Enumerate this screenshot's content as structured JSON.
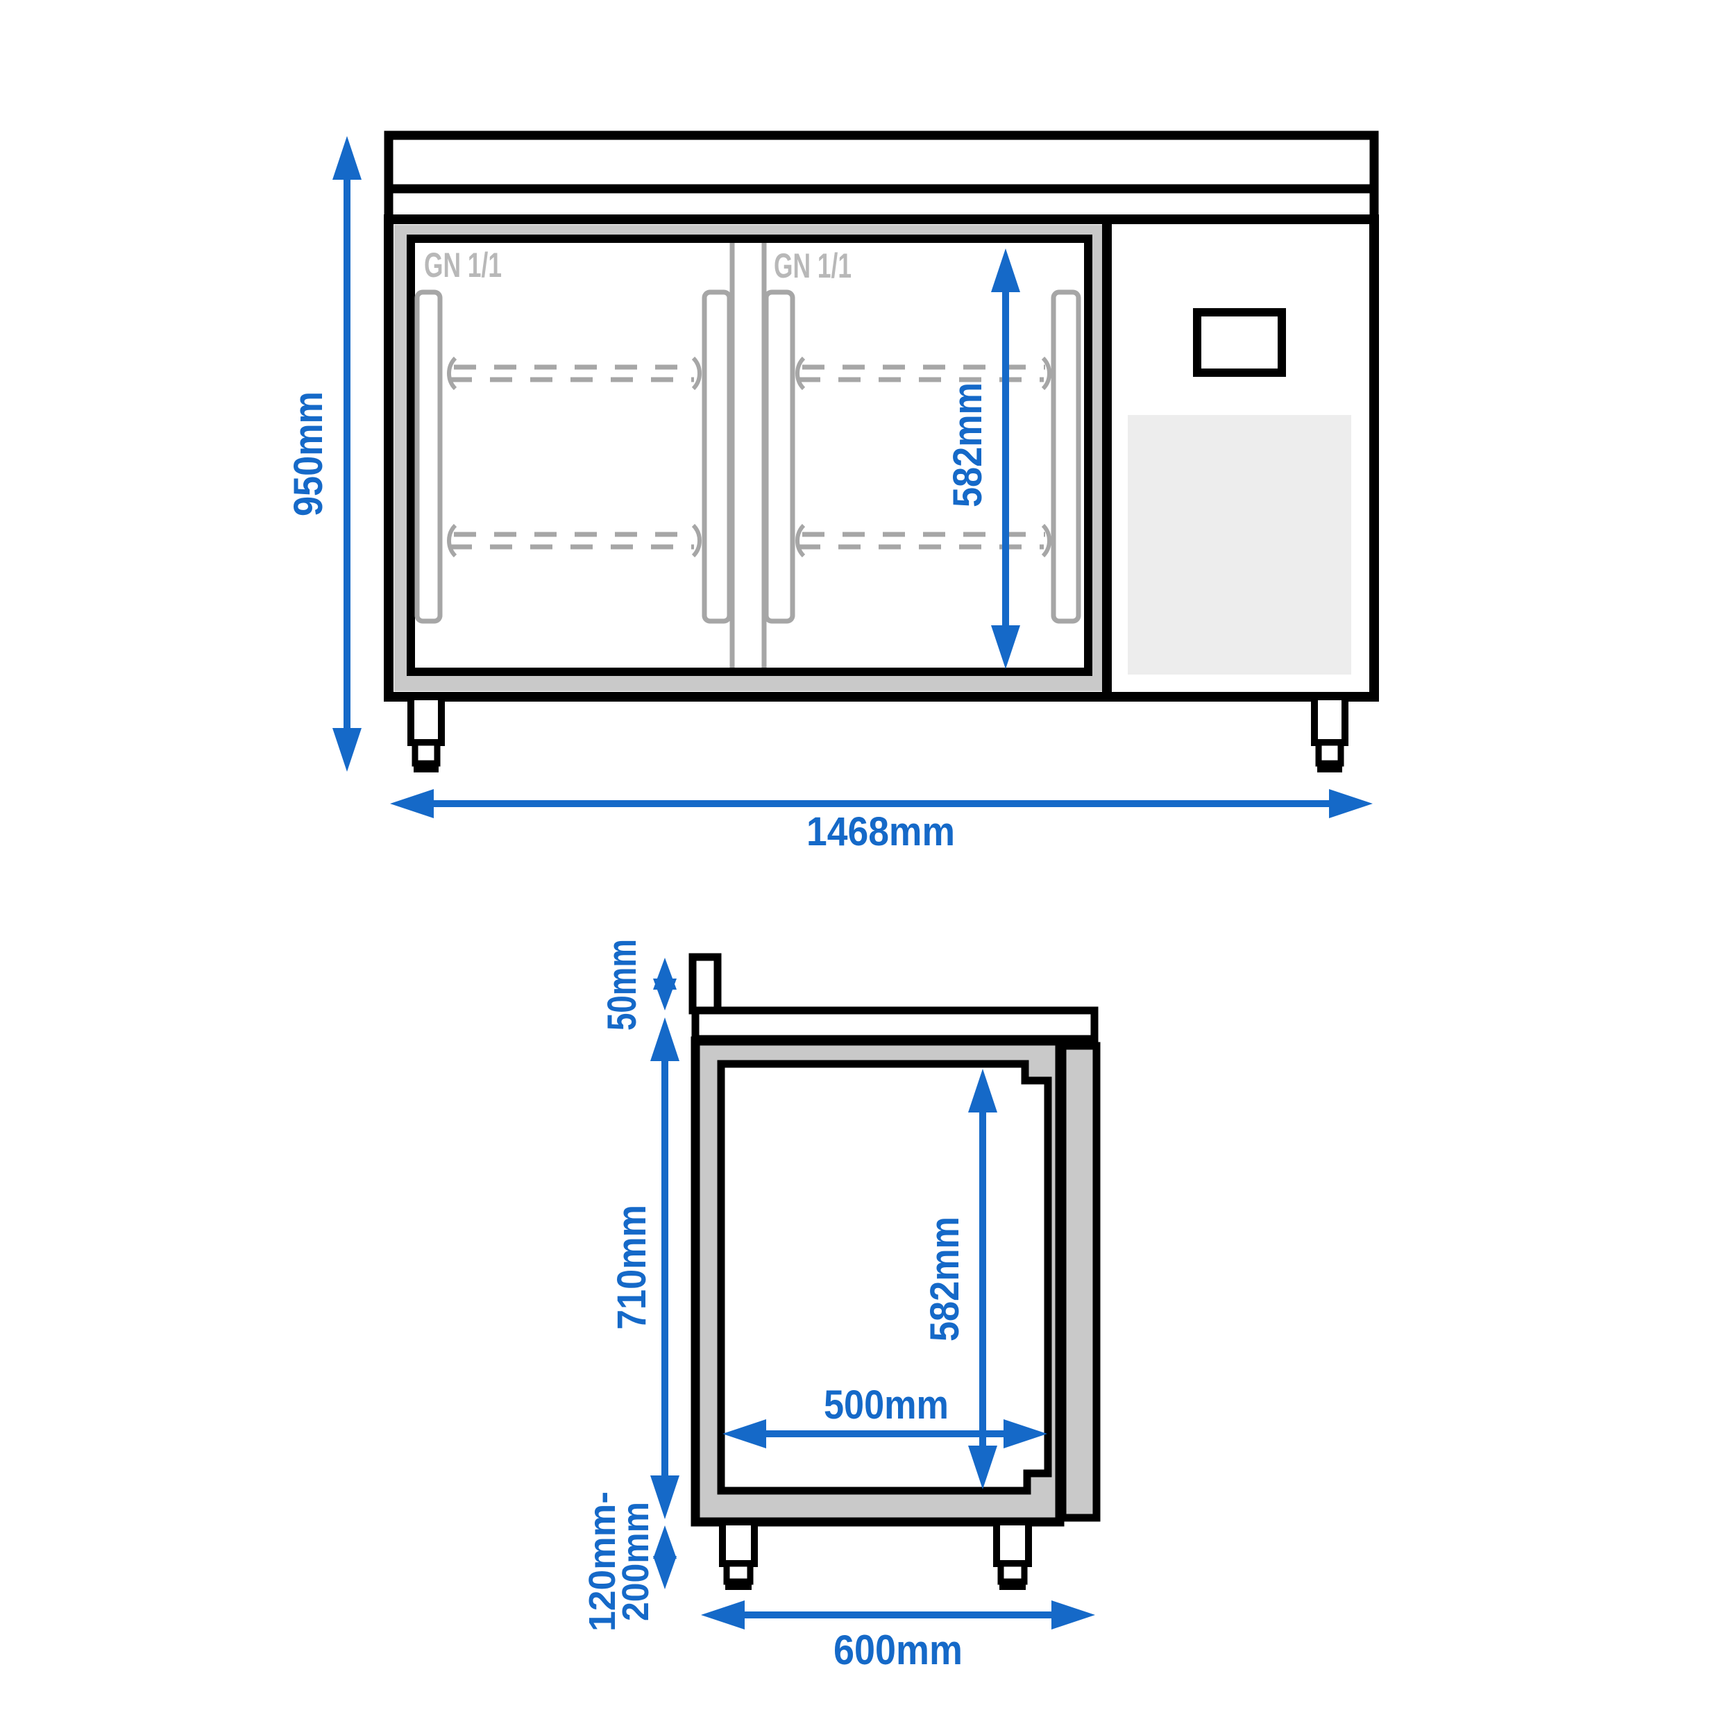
{
  "drawing_title": "refrigerated-counter-dimension-drawing",
  "front_view": {
    "door_labels": {
      "left": "GN 1/1",
      "right": "GN 1/1"
    },
    "dim_height": "950mm",
    "dim_width": "1468mm",
    "dim_inner_height": "582mm"
  },
  "side_view": {
    "dim_upstand": "50mm",
    "dim_body_height": "710mm",
    "dim_leg_height_line1": "120mm-",
    "dim_leg_height_line2": "200mm",
    "dim_inner_height": "582mm",
    "dim_inner_depth": "500mm",
    "dim_depth": "600mm"
  },
  "colors": {
    "dimension_blue": "#1569c8",
    "wall_gray": "#c9c9c9",
    "vent_panel_gray": "#ededed",
    "profile_line_gray": "#a6a6a6",
    "door_label_gray": "#b8b8b8",
    "outline_black": "#000000",
    "background": "#ffffff"
  }
}
